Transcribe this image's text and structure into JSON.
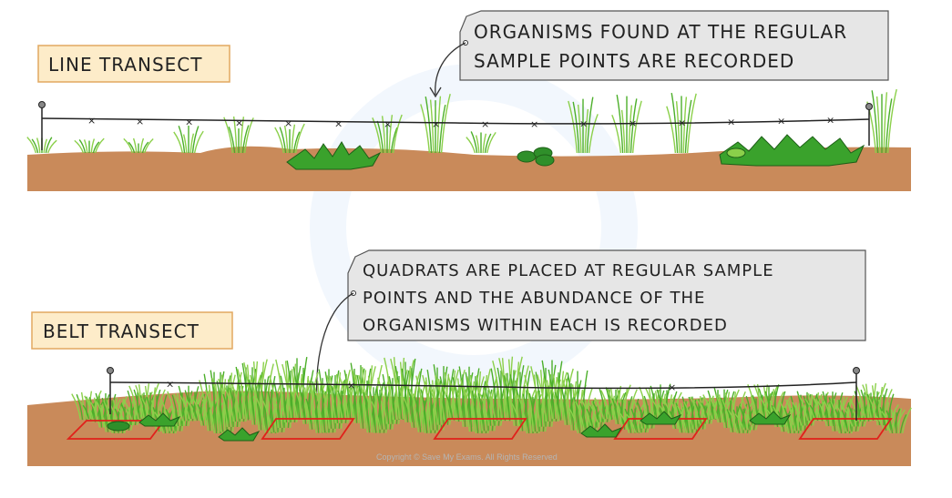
{
  "line_transect": {
    "label": "LINE TRANSECT",
    "callout_line1": "ORGANISMS FOUND AT THE REGULAR",
    "callout_line2": "SAMPLE POINTS ARE RECORDED"
  },
  "belt_transect": {
    "label": "BELT TRANSECT",
    "callout_line1": "QUADRATS ARE PLACED AT REGULAR SAMPLE",
    "callout_line2": "POINTS AND THE ABUNDANCE OF THE",
    "callout_line3": "ORGANISMS WITHIN EACH IS RECORDED"
  },
  "copyright": "Copyright © Save My Exams. All Rights Reserved",
  "colors": {
    "soil": "#c98a5a",
    "soil_dark": "#b87646",
    "grass": "#4caf2a",
    "grass_light": "#8bd04a",
    "label_fill": "#fdecc9",
    "label_border": "#e2a860",
    "callout_fill": "#e6e6e6",
    "quadrat": "#e0211b",
    "rope": "#222222"
  }
}
